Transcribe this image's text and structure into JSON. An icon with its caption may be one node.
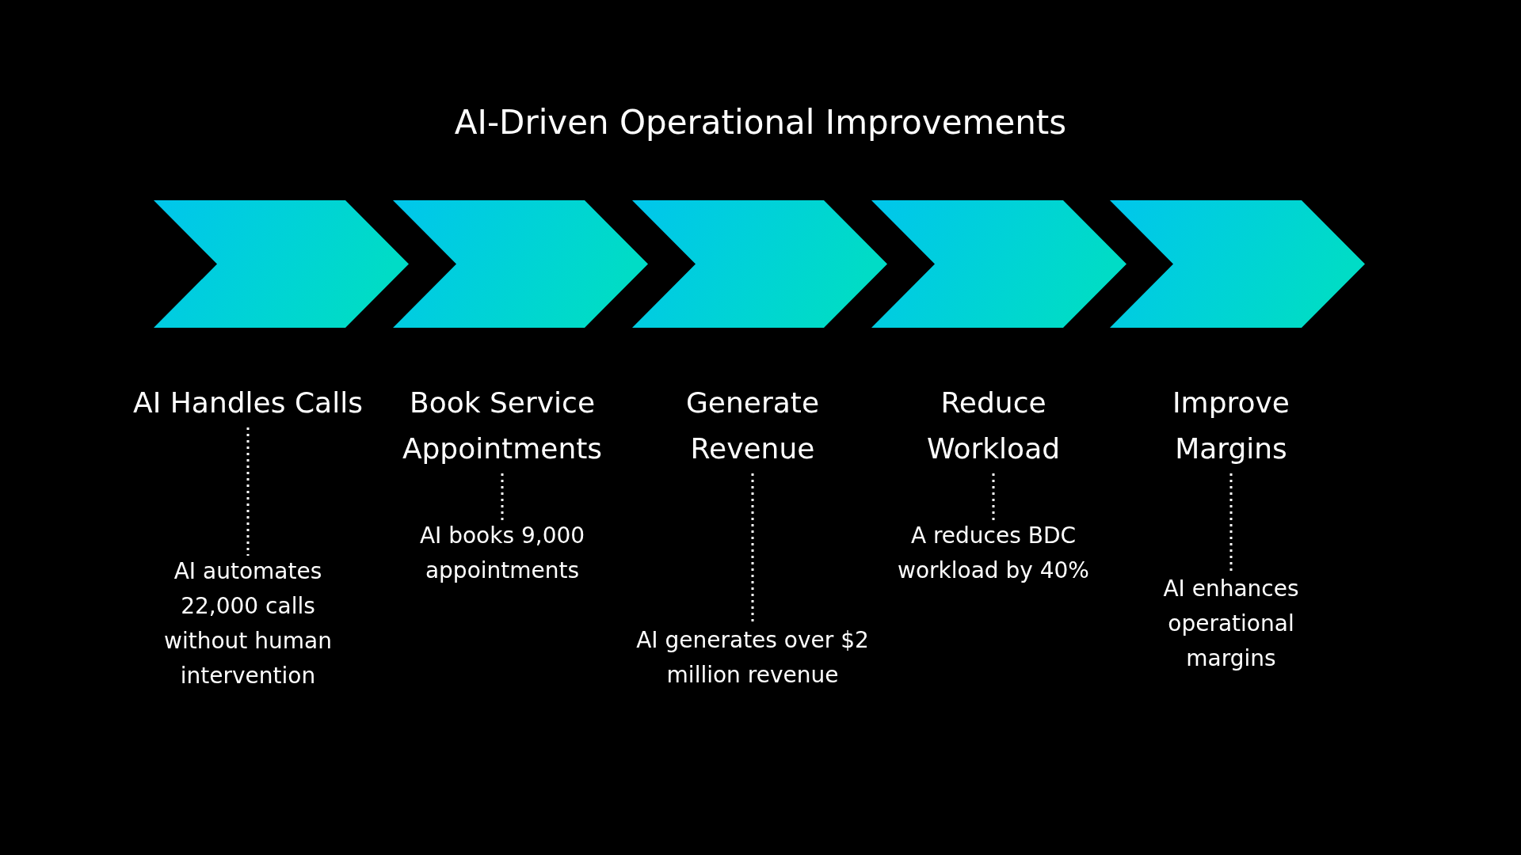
{
  "diagram": {
    "title": "AI-Driven Operational Improvements",
    "nodes": [
      {
        "text": [],
        "shape": "chevron"
      },
      {
        "text": [],
        "shape": "chevron"
      },
      {
        "text": [],
        "shape": "chevron"
      },
      {
        "text": [],
        "shape": "chevron"
      },
      {
        "text": [],
        "shape": "chevron"
      },
      {
        "text": [
          "AI Handles Calls"
        ]
      },
      {
        "text": [
          "AI automates 22,000 calls without human intervention"
        ]
      },
      {
        "text": [
          "Book Service Appointments"
        ]
      },
      {
        "text": [
          "AI books 9,000 appointments"
        ]
      },
      {
        "text": [
          "Generate Revenue"
        ]
      },
      {
        "text": [
          "AI generates over $2 million revenue"
        ]
      },
      {
        "text": [
          "Reduce Workload"
        ]
      },
      {
        "text": [
          "A reduces BDC workload by 40%"
        ]
      },
      {
        "text": [
          "Improve Margins"
        ]
      },
      {
        "text": [
          "AI enhances operational margins"
        ]
      }
    ],
    "edges": [
      {
        "from": 5,
        "to": 6,
        "arrow": "none",
        "style": "dashed"
      },
      {
        "from": 7,
        "to": 8,
        "arrow": "none",
        "style": "dashed"
      },
      {
        "from": 9,
        "to": 10,
        "arrow": "none",
        "style": "dashed"
      },
      {
        "from": 11,
        "to": 12,
        "arrow": "none",
        "style": "dashed"
      },
      {
        "from": 13,
        "to": 14,
        "arrow": "none",
        "style": "dashed"
      }
    ]
  }
}
